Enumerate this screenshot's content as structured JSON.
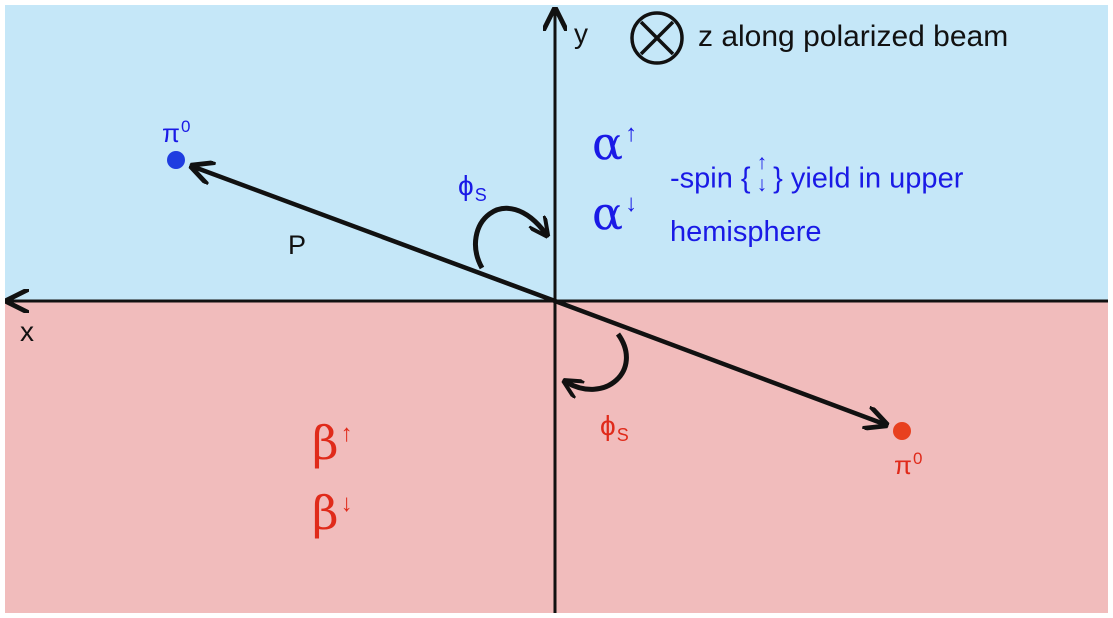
{
  "axes": {
    "x_label": "x",
    "y_label": "y"
  },
  "beam": {
    "symbol": "⊗",
    "label": "z along polarized beam"
  },
  "upper": {
    "alpha": "α",
    "up_arrow": "↑",
    "down_arrow": "↓",
    "desc_prefix": "-spin {",
    "desc_suffix": "} yield in upper",
    "desc_line2": "hemisphere",
    "color": "#c5e7f8"
  },
  "lower": {
    "beta": "β",
    "up_arrow": "↑",
    "down_arrow": "↓",
    "color": "#f1bcbc"
  },
  "vectors": {
    "p_label": "P",
    "phi": "ϕ",
    "phi_sub": "S",
    "pi": "π",
    "pi_sup": "0"
  },
  "colors": {
    "blue": "#1a1ae6",
    "red": "#e02a1a",
    "axis": "#111111"
  }
}
